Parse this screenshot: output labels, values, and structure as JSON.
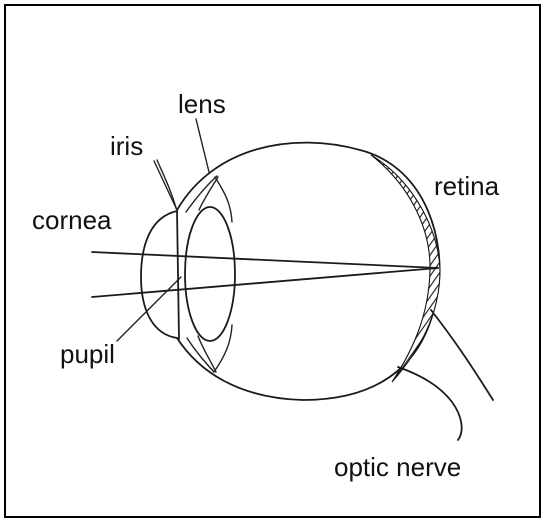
{
  "diagram": {
    "labels": {
      "lens": "lens",
      "iris": "iris",
      "cornea": "cornea",
      "pupil": "pupil",
      "retina": "retina",
      "optic_nerve": "optic nerve"
    }
  }
}
